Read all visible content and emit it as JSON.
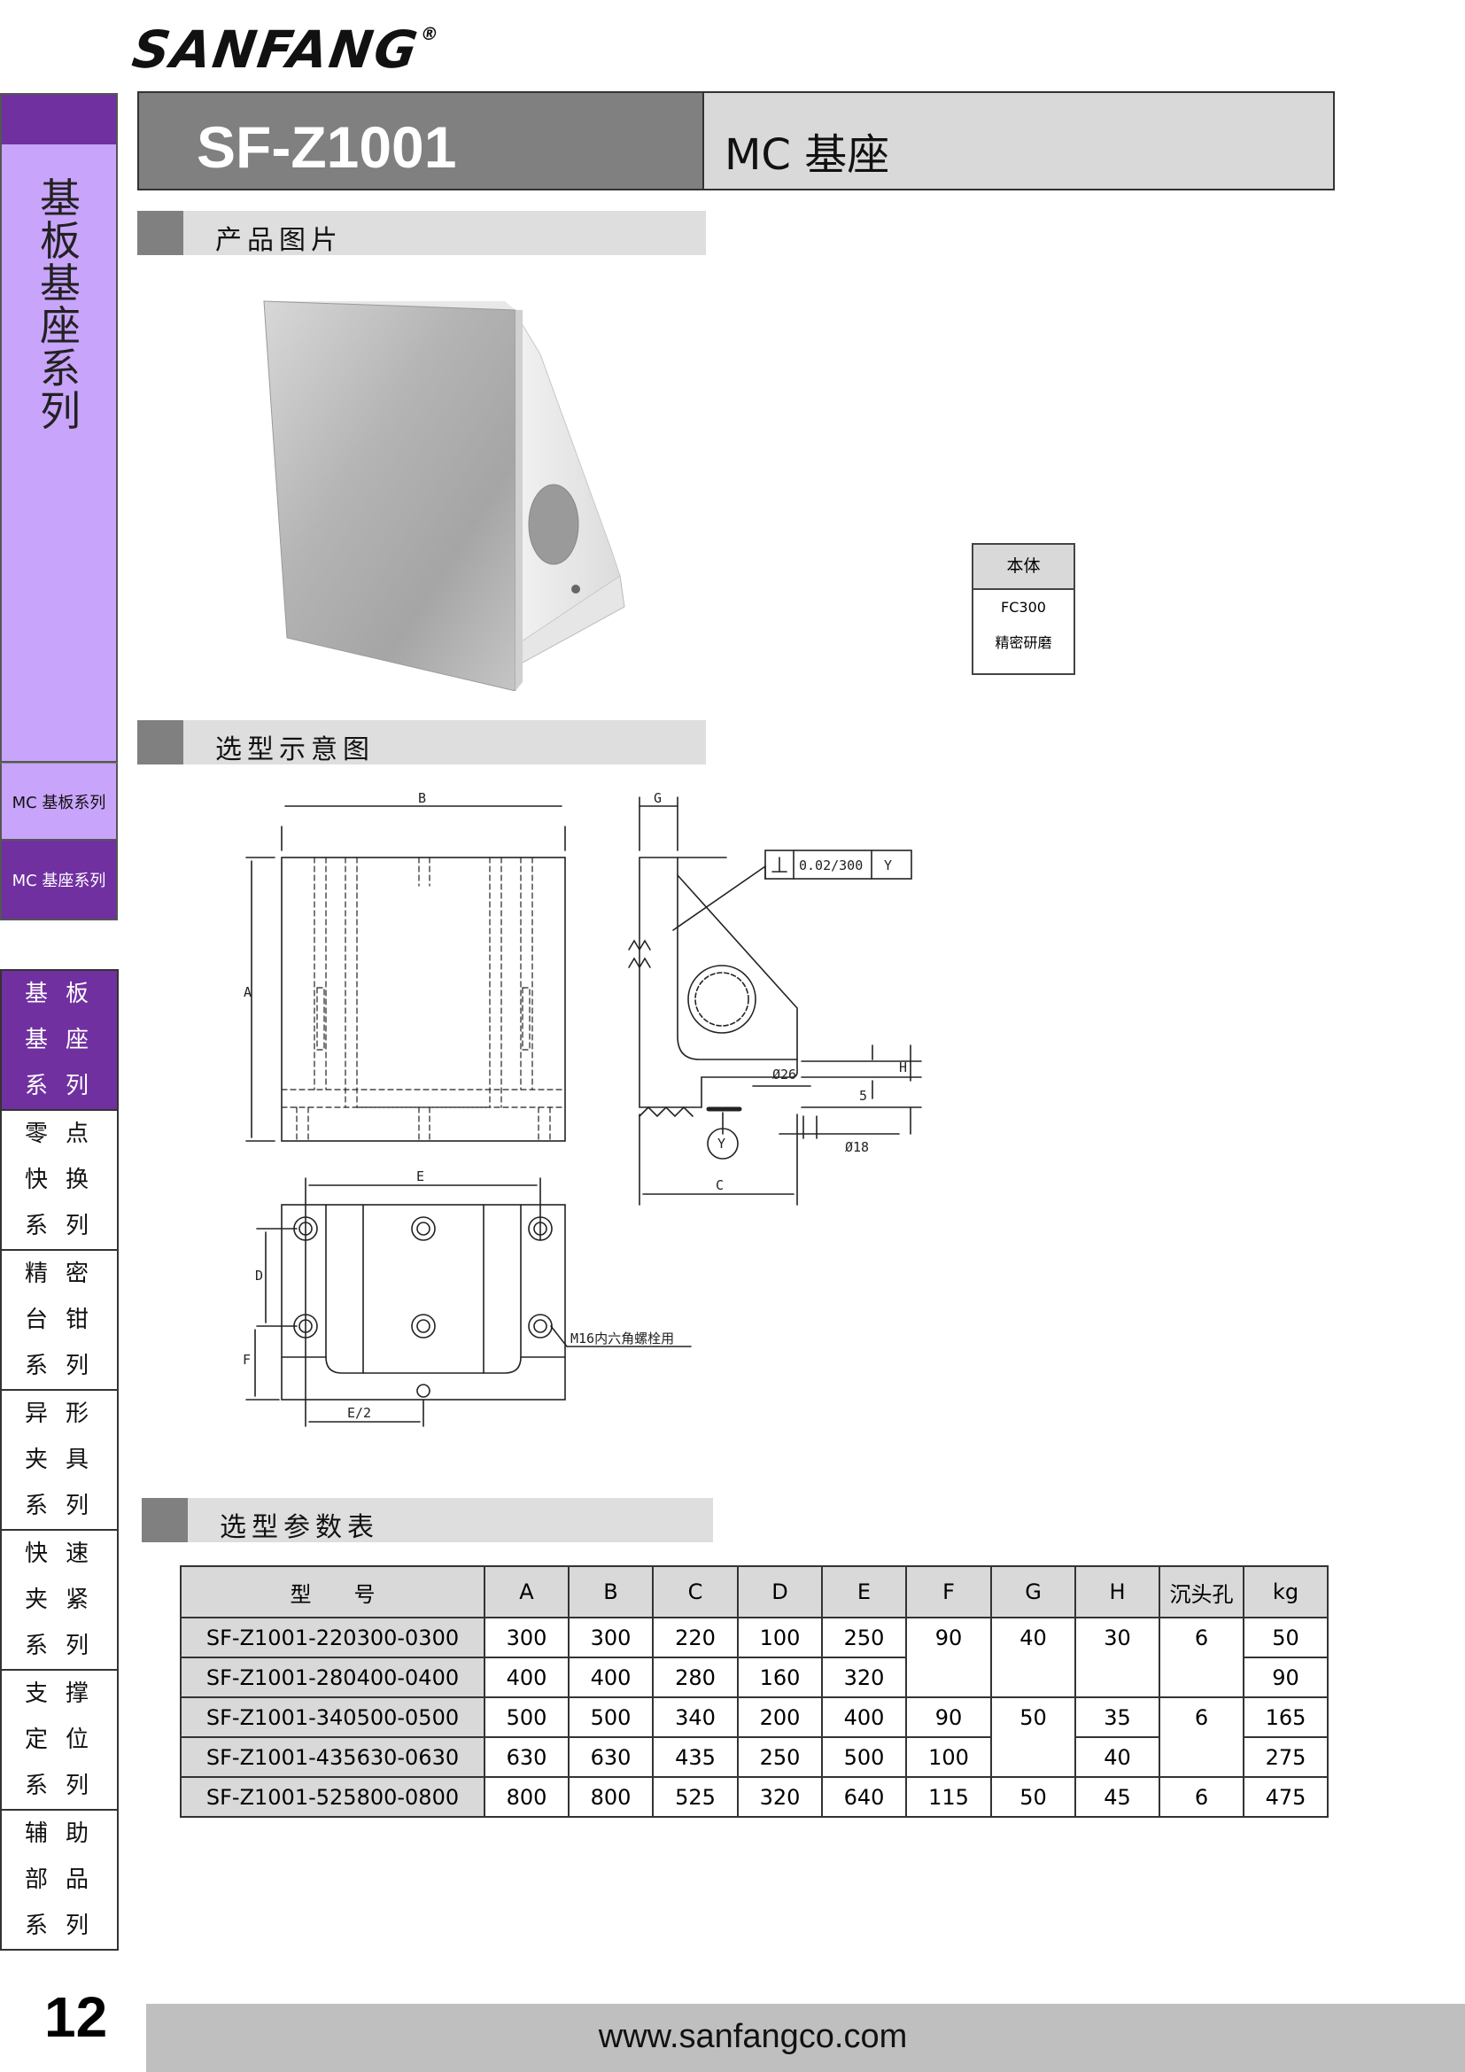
{
  "brand": {
    "logo_text": "SANFANG",
    "registered": "®"
  },
  "header": {
    "code": "SF-Z1001",
    "name": "MC 基座"
  },
  "sections": {
    "product_image": "产品图片",
    "diagram": "选型示意图",
    "table": "选型参数表"
  },
  "sidebar": {
    "title": "基板基座系列",
    "sub_items": [
      "MC 基板系列",
      "MC 基座系列"
    ],
    "nav": [
      {
        "lines": [
          "基板",
          "基座",
          "系列"
        ],
        "active": true
      },
      {
        "lines": [
          "零点",
          "快换",
          "系列"
        ],
        "active": false
      },
      {
        "lines": [
          "精密",
          "台钳",
          "系列"
        ],
        "active": false
      },
      {
        "lines": [
          "异形",
          "夹具",
          "系列"
        ],
        "active": false
      },
      {
        "lines": [
          "快速",
          "夹紧",
          "系列"
        ],
        "active": false
      },
      {
        "lines": [
          "支撑",
          "定位",
          "系列"
        ],
        "active": false
      },
      {
        "lines": [
          "辅助",
          "部品",
          "系列"
        ],
        "active": false
      }
    ]
  },
  "material": {
    "header": "本体",
    "rows": [
      "FC300",
      "精密研磨"
    ]
  },
  "drawing_labels": {
    "B": "B",
    "A": "A",
    "G": "G",
    "C": "C",
    "E": "E",
    "D": "D",
    "F": "F",
    "E_half": "E/2",
    "H": "H",
    "tolerance": "0.02/300",
    "datum": "Y",
    "dia26": "Ø26",
    "dia18": "Ø18",
    "five": "5",
    "bolt_note": "M16内六角螺栓用"
  },
  "table": {
    "headers": [
      "型　　号",
      "A",
      "B",
      "C",
      "D",
      "E",
      "F",
      "G",
      "H",
      "沉头孔",
      "kg"
    ],
    "rows": [
      [
        "SF-Z1001-220300-0300",
        "300",
        "300",
        "220",
        "100",
        "250",
        "90",
        "40",
        "30",
        "6",
        "50"
      ],
      [
        "SF-Z1001-280400-0400",
        "400",
        "400",
        "280",
        "160",
        "320",
        "",
        "",
        "",
        "",
        "90"
      ],
      [
        "SF-Z1001-340500-0500",
        "500",
        "500",
        "340",
        "200",
        "400",
        "90",
        "50",
        "35",
        "6",
        "165"
      ],
      [
        "SF-Z1001-435630-0630",
        "630",
        "630",
        "435",
        "250",
        "500",
        "100",
        "",
        "40",
        "",
        "275"
      ],
      [
        "SF-Z1001-525800-0800",
        "800",
        "800",
        "525",
        "320",
        "640",
        "115",
        "50",
        "45",
        "6",
        "475"
      ]
    ]
  },
  "footer": {
    "page": "12",
    "url": "www.sanfangco.com"
  }
}
